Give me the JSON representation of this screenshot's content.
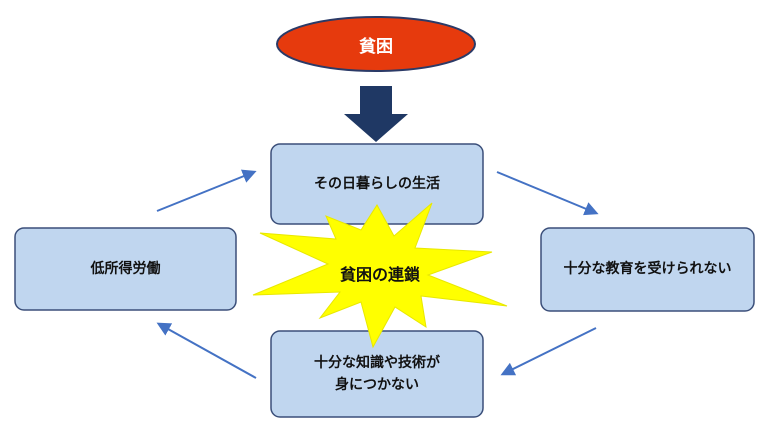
{
  "title": "貧困",
  "cycle": {
    "top": "その日暮らしの生活",
    "right": "十分な教育を受けられない",
    "bottom_line1": "十分な知識や技術が",
    "bottom_line2": "身につかない",
    "left": "低所得労働"
  },
  "center_burst": "貧困の連鎖",
  "colors": {
    "title_fill": "#e63a0d",
    "title_stroke": "#2b3a67",
    "down_arrow": "#1f3864",
    "box_fill": "#c0d6ef",
    "box_stroke": "#3b4f7a",
    "burst_fill": "#ffff00",
    "cycle_arrow": "#4472c4"
  },
  "icons": {
    "down_arrow": "block-arrow-down-icon",
    "cycle_arrow": "arrow-icon",
    "burst": "starburst-icon"
  }
}
